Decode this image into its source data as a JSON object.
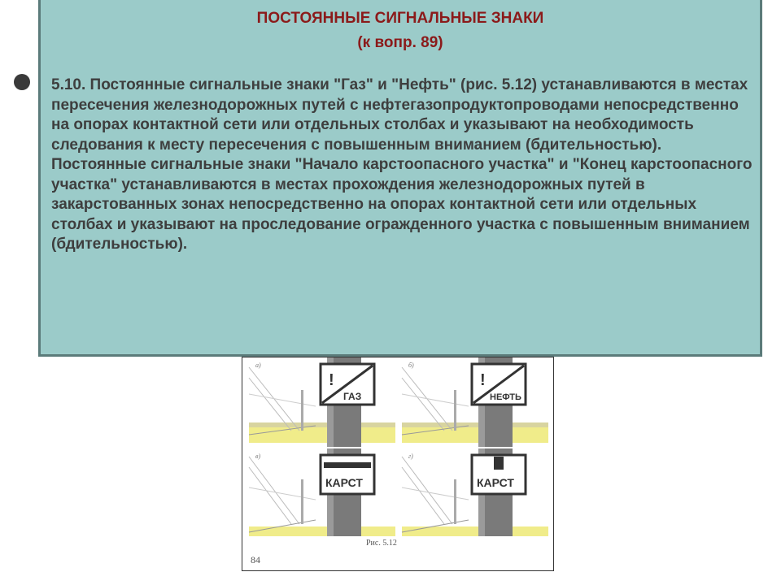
{
  "slide": {
    "title_line1": "ПОСТОЯННЫЕ СИГНАЛЬНЫЕ ЗНАКИ",
    "title_line2": "(к вопр. 89)",
    "paragraph1": "5.10. Постоянные сигнальные знаки \"Газ\" и \"Нефть\" (рис. 5.12) устанавливаются в местах пересечения железнодорожных путей с нефтегазопродуктопроводами непосредственно на опорах контактной сети или отдельных столбах и указывают на необходимость следования к месту пересечения с повышенным вниманием (бдительностью).",
    "paragraph2": "Постоянные сигнальные знаки \"Начало карстоопасного участка\" и \"Конец карстоопасного участка\" устанавливаются в местах прохождения железнодорожных путей в закарстованных зонах непосредственно на опорах контактной сети или отдельных столбах и указывают на проследование огражденного участка с повышенным вниманием (бдительностью)."
  },
  "figure": {
    "panels": [
      {
        "letter": "а)",
        "mark": "!",
        "sign": "ГАЗ"
      },
      {
        "letter": "б)",
        "mark": "!",
        "sign": "НЕФТЬ"
      },
      {
        "letter": "в)",
        "sign": "КАРСТ"
      },
      {
        "letter": "г)",
        "sign": "КАРСТ"
      }
    ],
    "caption": "Рис. 5.12",
    "page_number": "84"
  },
  "colors": {
    "panel_bg": "#9bcbc9",
    "panel_border": "#5b7b7a",
    "title": "#8b1a1a",
    "text": "#3e3e3e",
    "ground": "#f0ec8a",
    "pole": "#7a7a7a"
  }
}
